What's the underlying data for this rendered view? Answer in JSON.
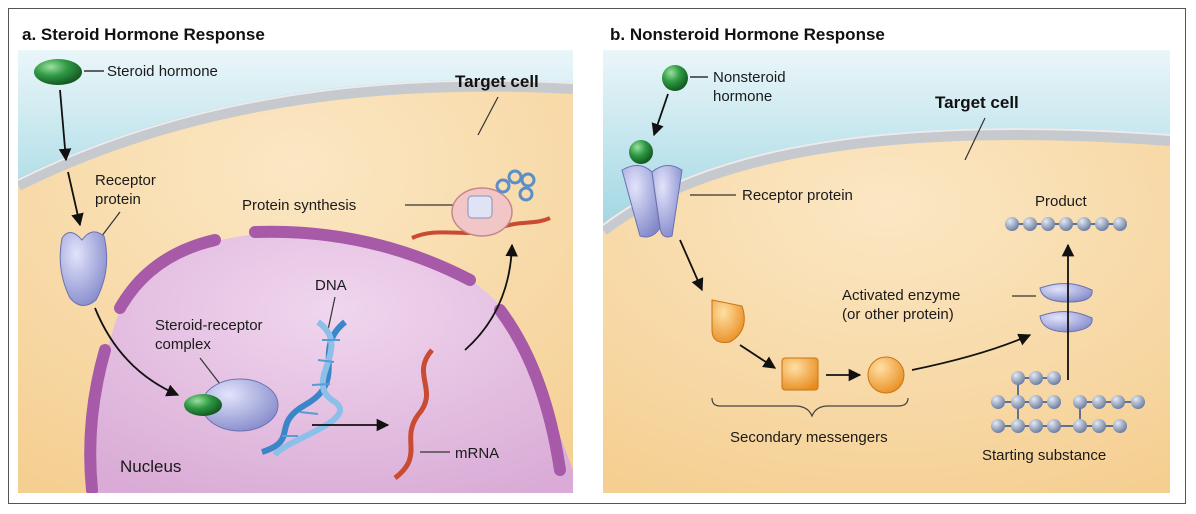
{
  "panel_a": {
    "title": "a. Steroid Hormone Response",
    "labels": {
      "steroid_hormone": "Steroid hormone",
      "target_cell": "Target cell",
      "receptor_protein_line1": "Receptor",
      "receptor_protein_line2": "protein",
      "protein_synthesis": "Protein synthesis",
      "dna": "DNA",
      "complex_line1": "Steroid-receptor",
      "complex_line2": "complex",
      "nucleus": "Nucleus",
      "mrna": "mRNA"
    }
  },
  "panel_b": {
    "title": "b. Nonsteroid Hormone Response",
    "labels": {
      "hormone_line1": "Nonsteroid",
      "hormone_line2": "hormone",
      "target_cell": "Target cell",
      "receptor_protein": "Receptor protein",
      "product": "Product",
      "enzyme_line1": "Activated enzyme",
      "enzyme_line2": "(or other protein)",
      "secondary_messengers": "Secondary messengers",
      "starting_substance": "Starting substance"
    }
  },
  "colors": {
    "extracellular": "#3fa6c0",
    "cytoplasm": "#f8d9a6",
    "membrane": "#c9ccd0",
    "nucleus": "#e6c4e3",
    "nuclear_envelope": "#a65aa8",
    "hormone_green": "#2e8b3e",
    "receptor_lavender": "#9ea3dc",
    "messenger_orange": "#f0a030",
    "dna_blue": "#3b86c9",
    "mrna_red": "#c94b32",
    "substance_blue": "#7f93b8"
  }
}
